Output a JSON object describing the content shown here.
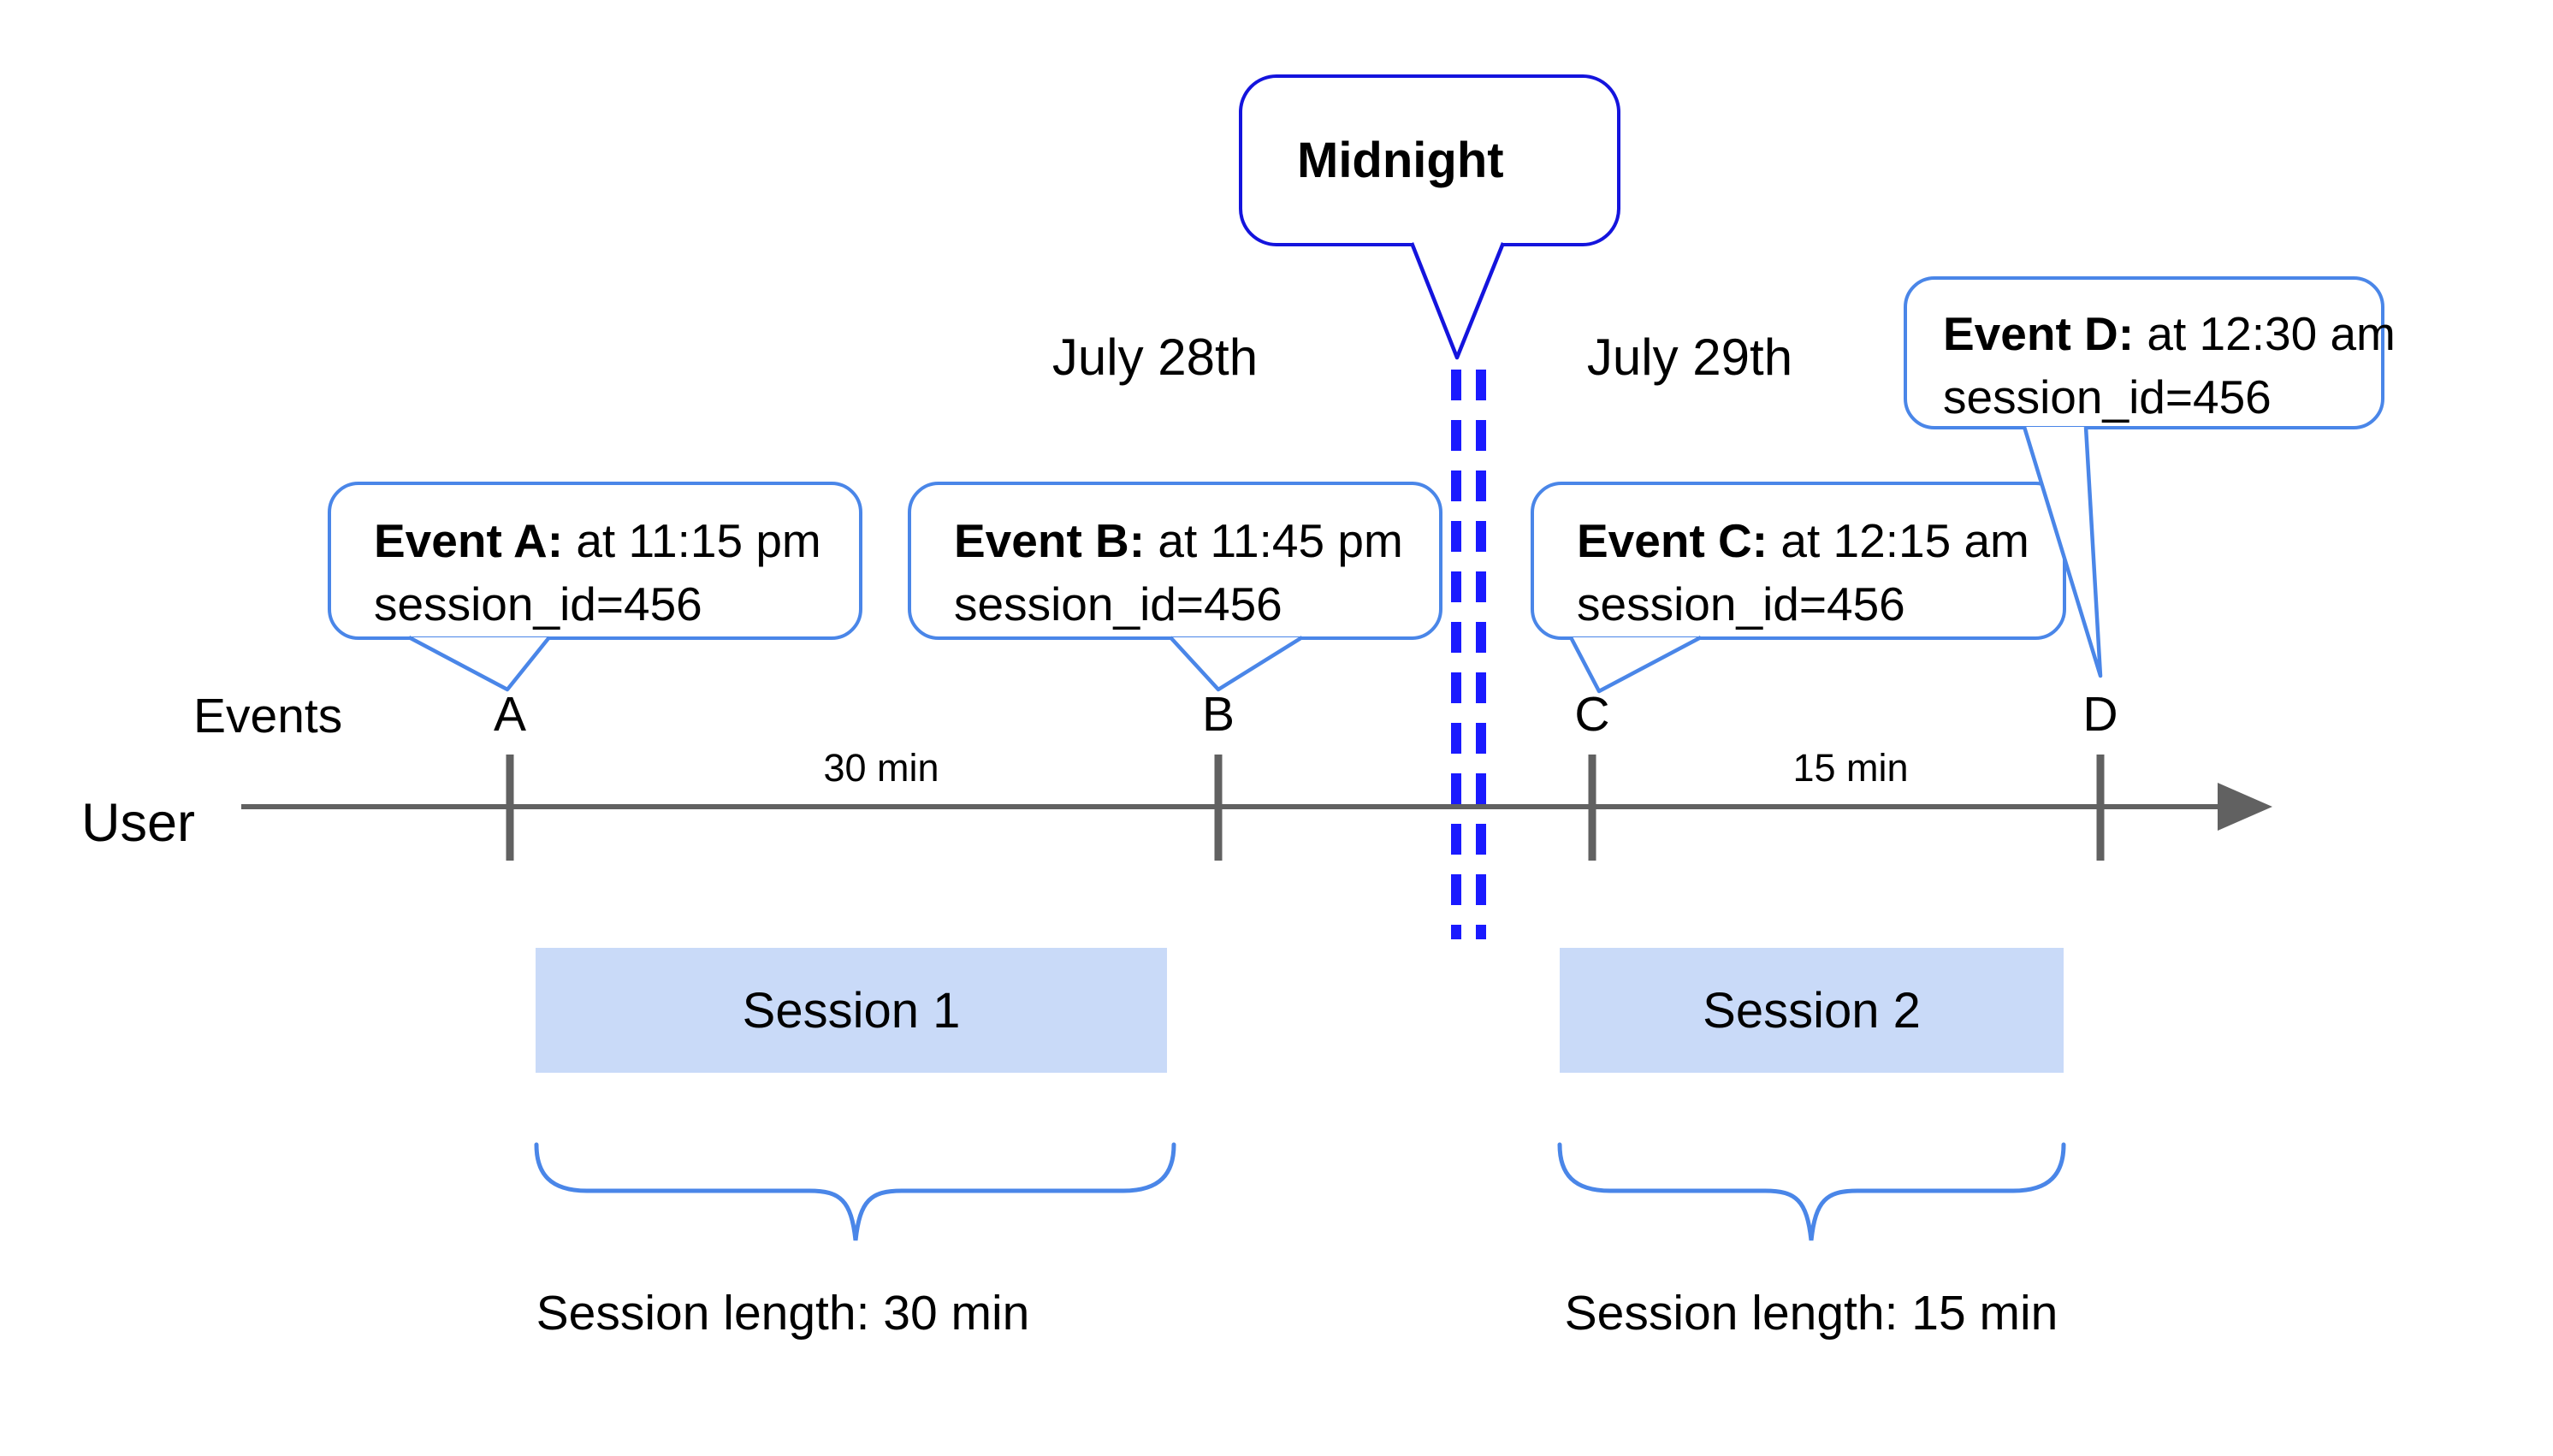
{
  "midnight": {
    "label": "Midnight"
  },
  "dates": {
    "left": "July 28th",
    "right": "July 29th"
  },
  "events": [
    {
      "id": "A",
      "title": "Event A:",
      "time": " at 11:15 pm",
      "session": "session_id=456"
    },
    {
      "id": "B",
      "title": "Event B:",
      "time": " at 11:45 pm",
      "session": "session_id=456"
    },
    {
      "id": "C",
      "title": "Event C:",
      "time": " at 12:15 am",
      "session": "session_id=456"
    },
    {
      "id": "D",
      "title": "Event D:",
      "time": " at 12:30 am",
      "session": "session_id=456"
    }
  ],
  "axis": {
    "events_label": "Events",
    "user_label": "User",
    "tick_labels": [
      "A",
      "B",
      "C",
      "D"
    ],
    "interval_left": "30 min",
    "interval_right": "15 min"
  },
  "sessions": [
    {
      "label": "Session 1",
      "length": "Session length: 30 min"
    },
    {
      "label": "Session 2",
      "length": "Session length: 15 min"
    }
  ],
  "colors": {
    "event_bubble_border": "#4a86e8",
    "midnight_bubble_border": "#1414dd",
    "midnight_dashes": "#1a1aff",
    "timeline_gray": "#616161",
    "session_fill": "#c9daf8",
    "brace_blue": "#4a86e8"
  }
}
